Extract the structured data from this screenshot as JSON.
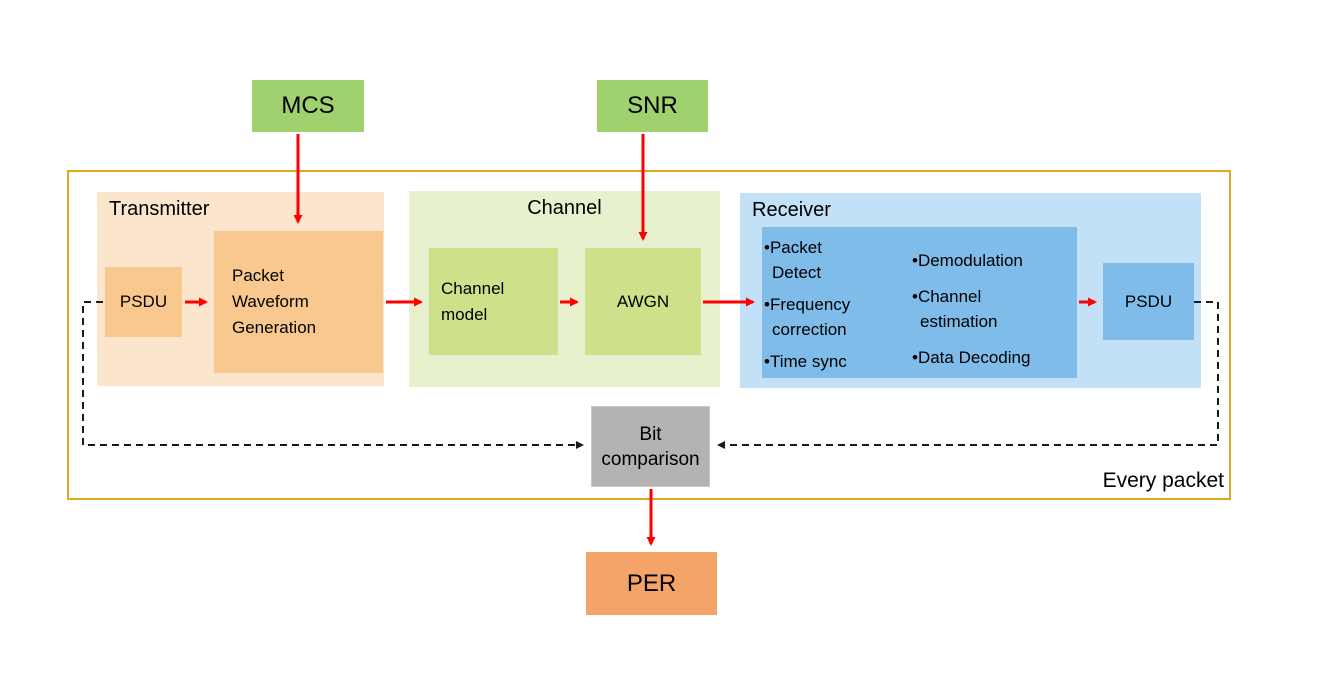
{
  "diagram": {
    "inputs": {
      "mcs_label": "MCS",
      "snr_label": "SNR"
    },
    "outer_loop": {
      "label": "Every packet"
    },
    "transmitter": {
      "title": "Transmitter",
      "psdu_label": "PSDU",
      "waveform_label": "Packet\nWaveform\nGeneration"
    },
    "channel": {
      "title": "Channel",
      "model_label": "Channel\nmodel",
      "awgn_label": "AWGN"
    },
    "receiver": {
      "title": "Receiver",
      "steps_col1": [
        "•Packet Detect",
        "•Frequency correction",
        "•Time sync"
      ],
      "steps_col2": [
        "•Demodulation",
        "•Channel estimation",
        "•Data Decoding"
      ],
      "psdu_label": "PSDU"
    },
    "comparison": {
      "label": "Bit\ncomparison"
    },
    "output": {
      "per_label": "PER"
    },
    "colors": {
      "input_green": "#9FD16F",
      "transmitter_panel": "#FBE5CC",
      "transmitter_box": "#F9C88E",
      "channel_panel": "#E8F1CE",
      "channel_box": "#CFE08A",
      "receiver_panel": "#C2E0F6",
      "receiver_box": "#80BCE9",
      "comparison_gray": "#B3B3B3",
      "per_orange": "#F4A469",
      "frame_gold": "#DFA81E",
      "arrow_red": "#FF0000",
      "dashed_black": "#1A1A1A"
    }
  }
}
